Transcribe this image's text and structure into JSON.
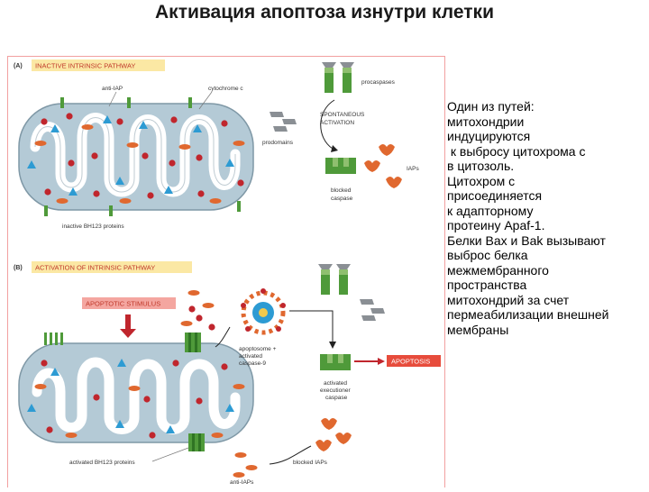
{
  "title": "Активация апоптоза изнутри клетки",
  "side_text": {
    "lines": [
      "Один из путей:",
      "митохондрии",
      "индуцируются",
      " к выбросу цитохрома с",
      "в цитозоль.",
      "Цитохром с",
      "присоединяется",
      "к адапторному",
      "протеину Apaf-1.",
      "Белки Bax и Bak вызывают",
      "выброс белка",
      "межмембранного",
      "пространства",
      "митохондрий за счет",
      "пермеабилизации внешней",
      "мембраны"
    ]
  },
  "figure": {
    "panel_a": {
      "letter": "(A)",
      "heading": "INACTIVE INTRINSIC PATHWAY",
      "labels": {
        "anti_iap": "anti-IAP",
        "cytochrome_c": "cytochrome c",
        "procaspases": "procaspases",
        "spontaneous_1": "SPONTANEOUS",
        "spontaneous_2": "ACTIVATION",
        "prodomains": "prodomains",
        "iaps": "IAPs",
        "blocked_1": "blocked",
        "blocked_2": "caspase",
        "bh123": "inactive BH123 proteins"
      }
    },
    "panel_b": {
      "letter": "(B)",
      "heading": "ACTIVATION OF INTRINSIC PATHWAY",
      "labels": {
        "stimulus": "APOPTOTIC STIMULUS",
        "apoptosome_1": "apoptosome +",
        "apoptosome_2": "activated",
        "apoptosome_3": "caspase-9",
        "activated_1": "activated",
        "activated_2": "executioner",
        "activated_3": "caspase",
        "apoptosis": "APOPTOSIS",
        "bh123": "activated BH123 proteins",
        "blocked_iaps": "blocked IAPs",
        "anti_iaps": "anti-IAPs"
      }
    },
    "colors": {
      "heading_bg": "#fbe8a4",
      "heading_text": "#c0392b",
      "stimulus_bg": "#f4a6a0",
      "mito_outer": "#b4cad6",
      "mito_inner": "#ffffff",
      "cyto_dot": "#c0262d",
      "triangle": "#2d9bd3",
      "anti_iap": "#e0682f",
      "channel": "#4f9a3a",
      "apoptosis_bg": "#e74c3c"
    }
  }
}
